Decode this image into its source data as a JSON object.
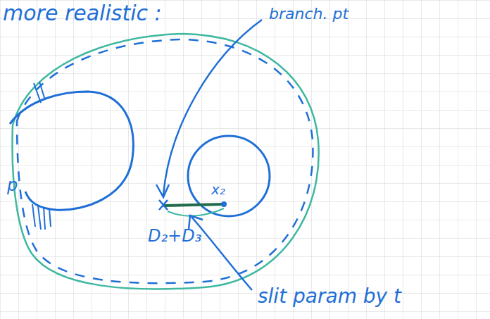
{
  "diagram": {
    "labels": [
      "more realistic :",
      "branch. pt",
      "p",
      "x₂",
      "D₂+D₃",
      "slit param by t"
    ]
  }
}
